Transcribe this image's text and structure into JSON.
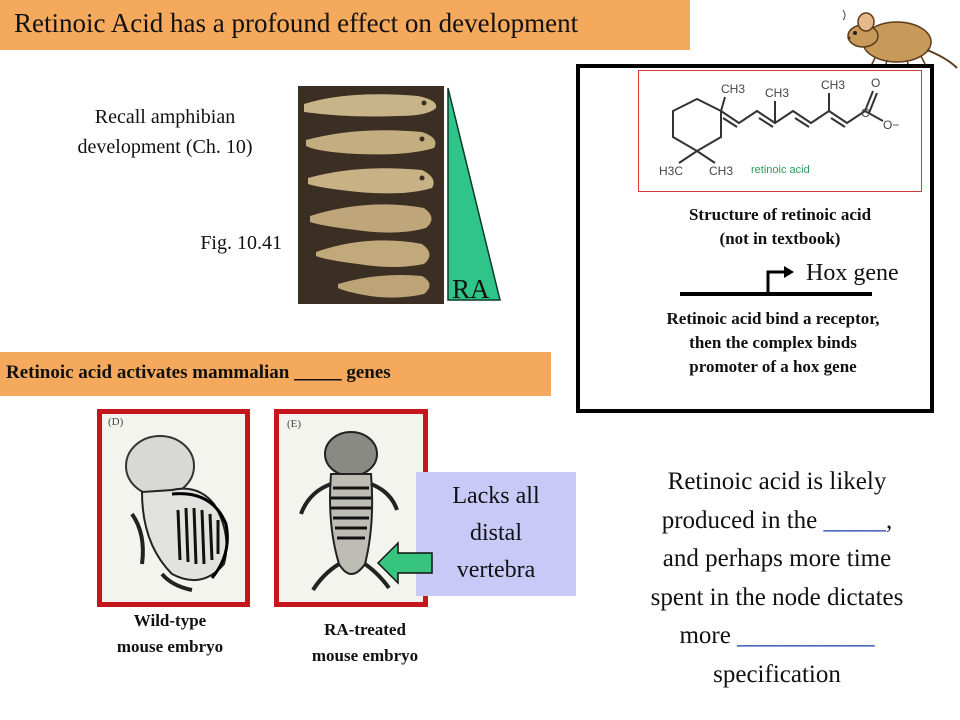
{
  "title": "Retinoic Acid has a profound effect on development",
  "amphibian": {
    "recall_line1": "Recall amphibian",
    "recall_line2": "development (Ch. 10)",
    "figure_ref": "Fig. 10.41",
    "gradient_label": "RA"
  },
  "structure": {
    "figure_label": "retinoic acid",
    "groups": [
      "CH3",
      "CH3",
      "CH3",
      "H3C",
      "CH3",
      "C",
      "O",
      "O−"
    ],
    "caption_line1": "Structure of retinoic acid",
    "caption_line2": "(not in textbook)"
  },
  "hox": {
    "gene_label": "Hox gene",
    "mechanism_line1": "Retinoic acid bind a receptor,",
    "mechanism_line2": "then the complex binds",
    "mechanism_line3": "promoter  of a hox gene"
  },
  "section": {
    "prefix": "Retinoic acid activates mammalian ",
    "blank": "_____",
    "suffix": " genes"
  },
  "embryos": {
    "wt_tag": "(D)",
    "ra_tag": "(E)",
    "wt_caption_line1": "Wild-type",
    "wt_caption_line2": "mouse embryo",
    "ra_caption_line1": "RA-treated",
    "ra_caption_line2": "mouse embryo"
  },
  "callout": {
    "line1": "Lacks all",
    "line2": "distal",
    "line3": "vertebra"
  },
  "hypothesis": {
    "line1": "Retinoic acid is likely",
    "line2_prefix": "produced in the ",
    "line2_blank": "_____",
    "line2_suffix": ",",
    "line3": "and perhaps more time",
    "line4": "spent in the node dictates",
    "line5_prefix": "more ",
    "line5_blank": "___________",
    "line6": "specification"
  },
  "colors": {
    "banner": "#f5a95c",
    "frame_red": "#c4161c",
    "wedge_green": "#2fc48a",
    "callout_lavender": "#c9c9f8",
    "arrow_green": "#36c47e",
    "blank_blue": "#1a3ea8"
  }
}
